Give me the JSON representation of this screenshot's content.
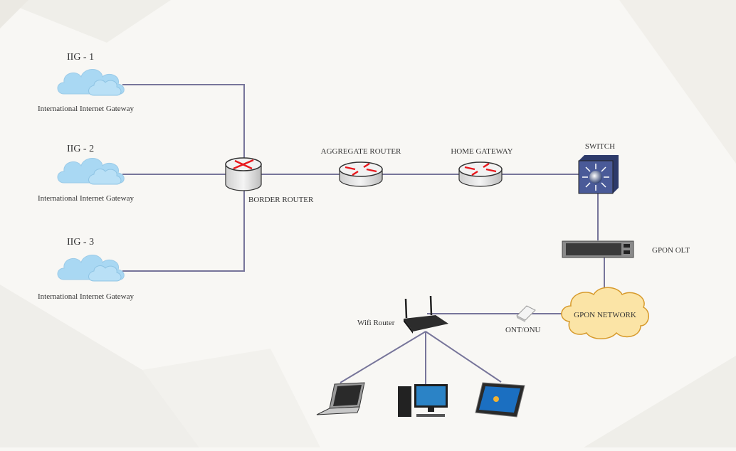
{
  "diagram": {
    "gateways": [
      {
        "title": "IIG - 1",
        "subtitle": "International Internet Gateway"
      },
      {
        "title": "IIG - 2",
        "subtitle": "International Internet Gateway"
      },
      {
        "title": "IIG - 3",
        "subtitle": "International Internet Gateway"
      }
    ],
    "border_router": "BORDER ROUTER",
    "aggregate_router": "AGGREGATE ROUTER",
    "home_gateway": "HOME GATEWAY",
    "switch": "SWITCH",
    "gpon_olt": "GPON OLT",
    "gpon_network": "GPON NETWORK",
    "ont_onu": "ONT/ONU",
    "wifi_router": "Wifi Router",
    "end_devices": [
      "laptop",
      "desktop",
      "tablet"
    ],
    "colors": {
      "link": "#77759a",
      "cloud": "#a9d8f3",
      "gpon_cloud": "#fbe4a6",
      "switch": "#3e4f8f",
      "router_arrow": "#e8171c"
    }
  }
}
